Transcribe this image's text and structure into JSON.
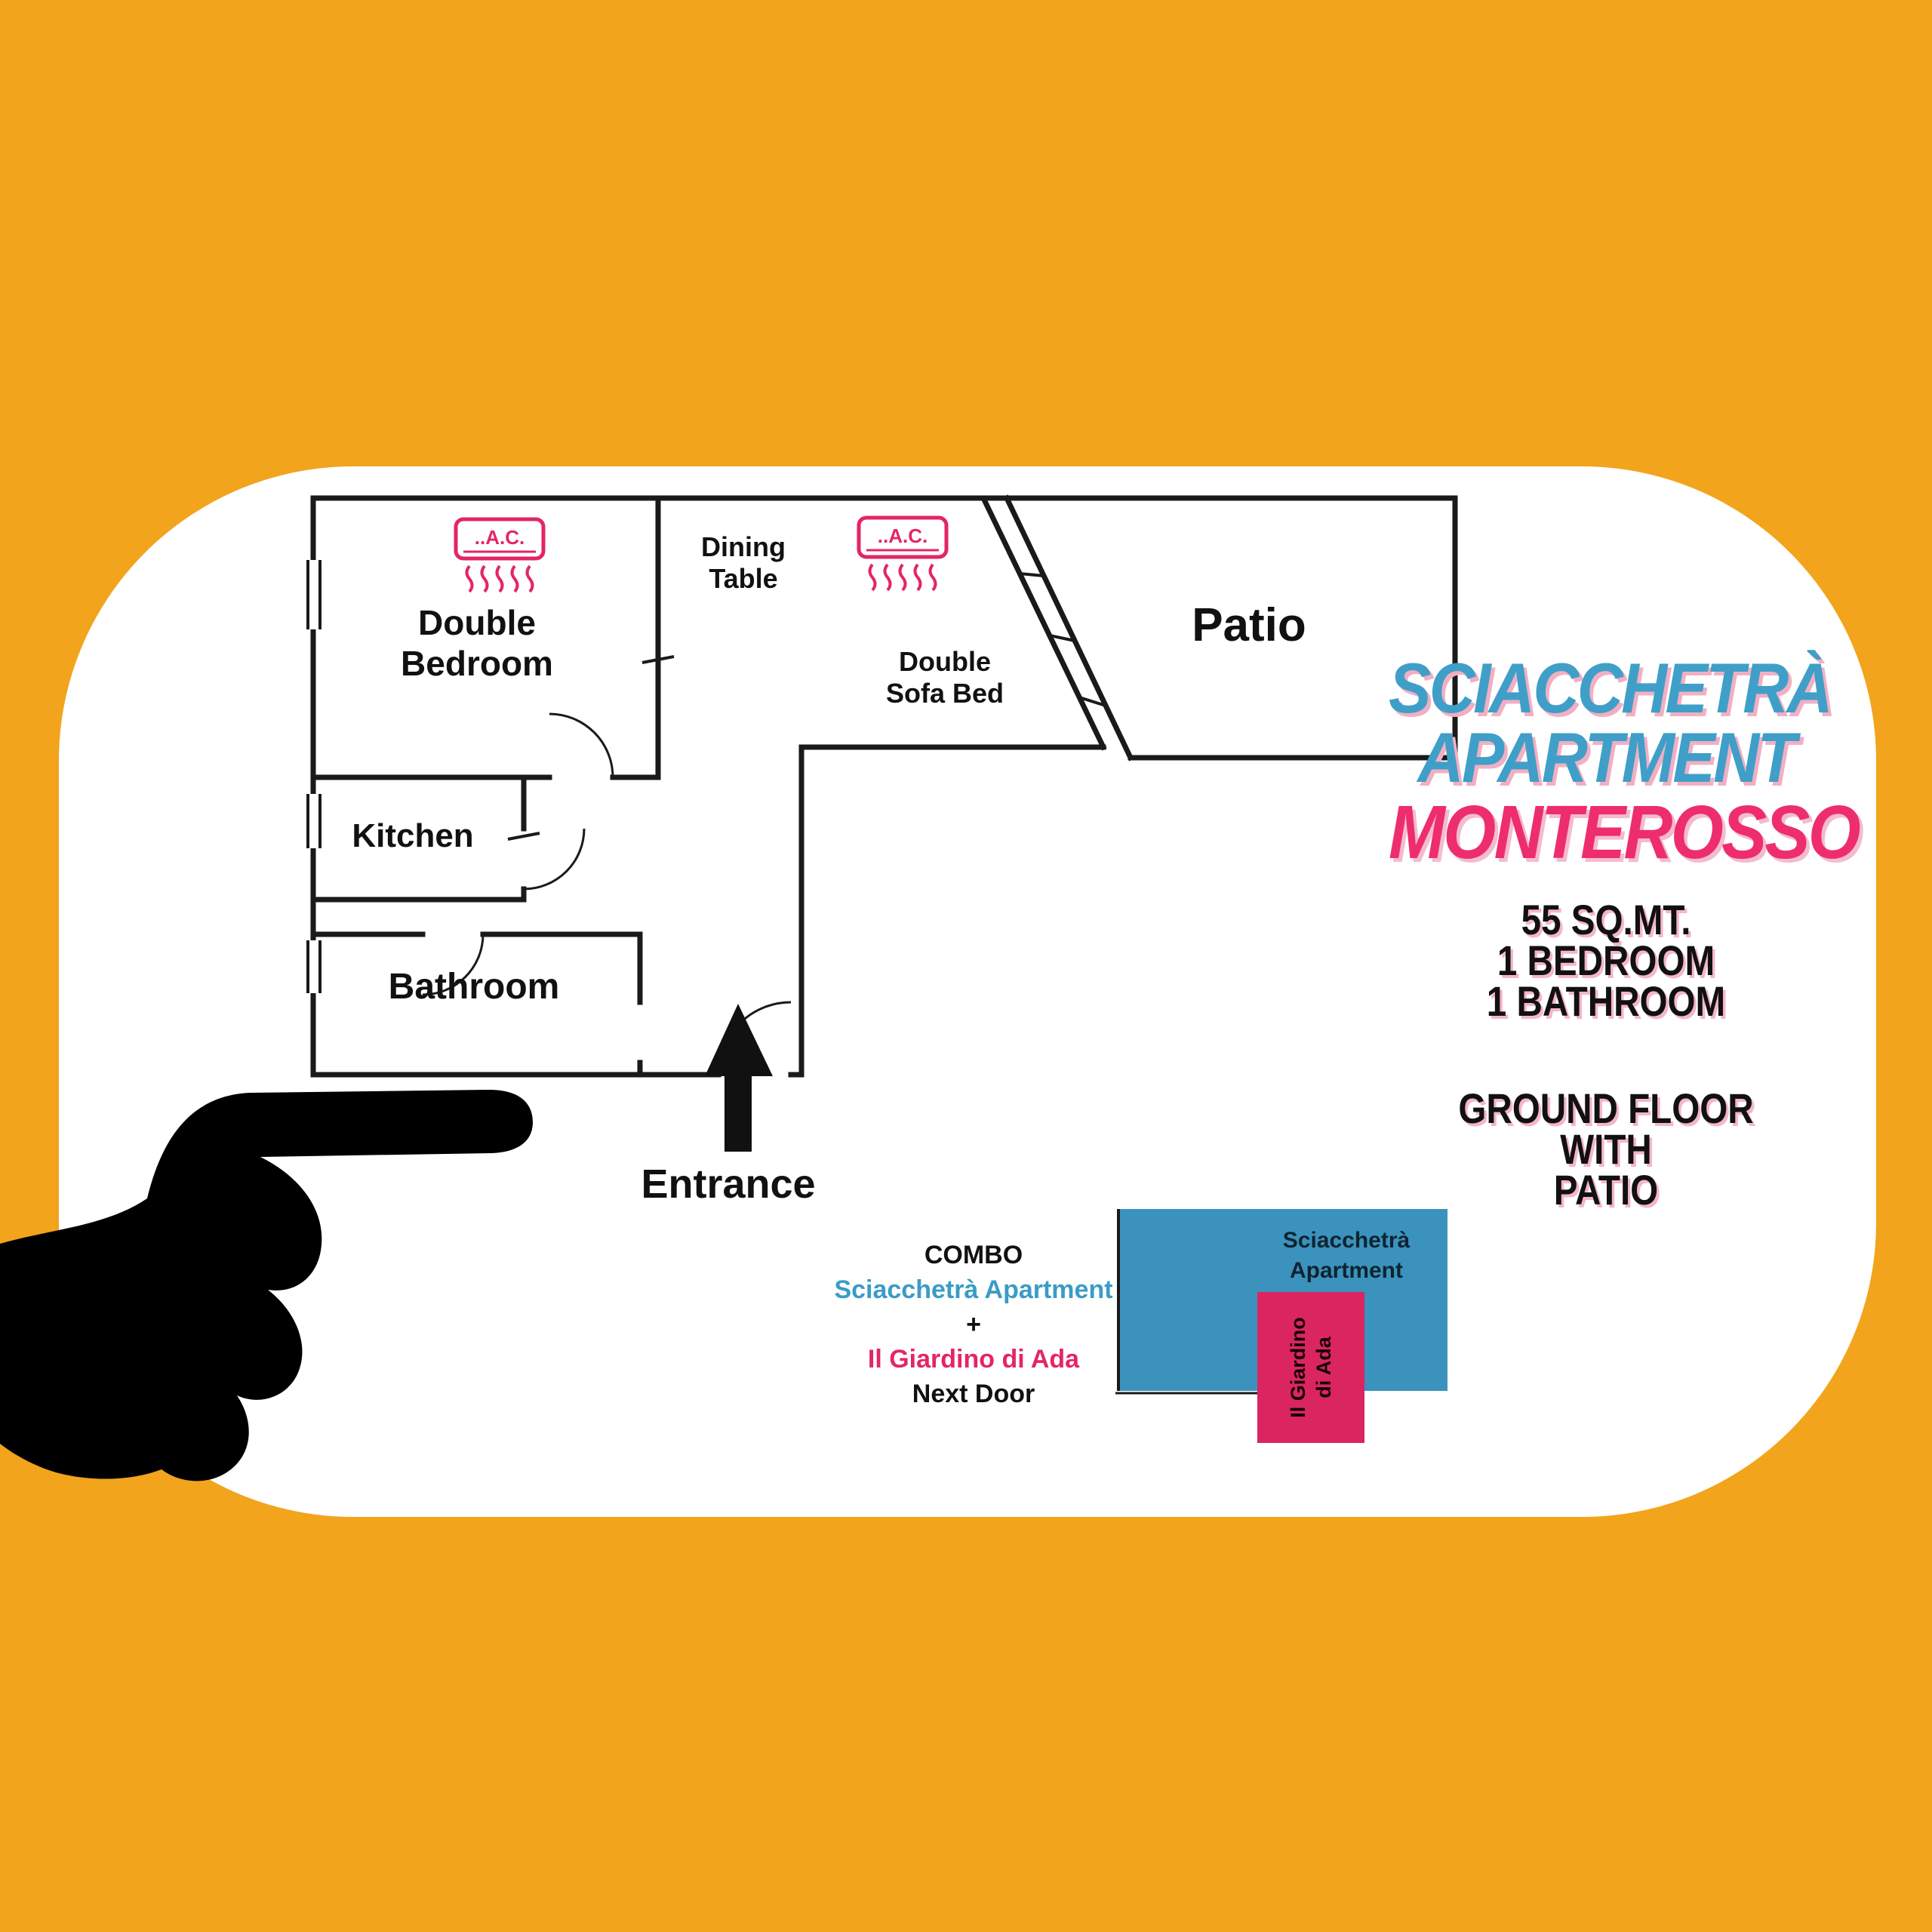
{
  "colors": {
    "background_orange": "#F2A41C",
    "card_white": "#FFFFFF",
    "accent_blue": "#3F9FC8",
    "accent_pink": "#E42568",
    "map_blue": "#3B92BD",
    "map_pink": "#DB2560",
    "plan_line": "#1A1A1A",
    "shadow_pink": "#F5B5C8"
  },
  "plan": {
    "rooms": {
      "double_bedroom_line1": "Double",
      "double_bedroom_line2": "Bedroom",
      "kitchen": "Kitchen",
      "bathroom": "Bathroom",
      "dining_line1": "Dining",
      "dining_line2": "Table",
      "sofa_line1": "Double",
      "sofa_line2": "Sofa Bed",
      "patio": "Patio",
      "entrance": "Entrance"
    },
    "ac_label": "..A.C."
  },
  "title": {
    "line1": "SCIACCHETRÀ",
    "line2": "APARTMENT",
    "line3": "MONTEROSSO"
  },
  "specs": {
    "line1": "55 SQ.MT.",
    "line2": "1 BEDROOM",
    "line3": "1 BATHROOM"
  },
  "floor_info": {
    "line1": "GROUND FLOOR",
    "line2": "WITH",
    "line3": "PATIO"
  },
  "combo": {
    "heading": "COMBO",
    "apartment": "Sciacchetrà Apartment",
    "plus": "+",
    "garden": "Il Giardino di Ada",
    "note": "Next Door"
  },
  "mini_map": {
    "blue_line1": "Sciacchetrà",
    "blue_line2": "Apartment",
    "pink_line1": "Il Giardino",
    "pink_line2": "di Ada"
  }
}
